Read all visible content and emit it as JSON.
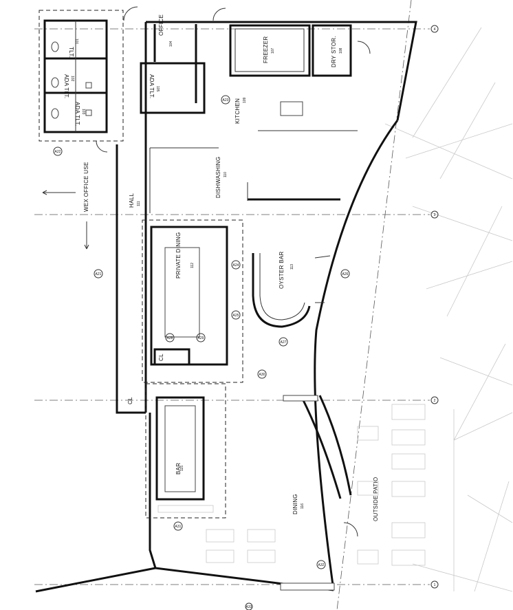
{
  "rooms": {
    "tlt": {
      "name": "TLT.",
      "number": "101"
    },
    "ada_tlt_1": {
      "name": "ADA TLT.",
      "number": "102"
    },
    "ada_tlt_2": {
      "name": "ADA TLT.",
      "number": "103"
    },
    "office": {
      "name": "OFFICE",
      "number": "104"
    },
    "ada_tlt_3": {
      "name": "ADA TLT.",
      "number": "105"
    },
    "freezer": {
      "name": "FREEZER",
      "number": "107"
    },
    "dry_stor": {
      "name": "DRY STOR.",
      "number": "108"
    },
    "kitchen": {
      "name": "KITCHEN",
      "number": "109"
    },
    "dishwashing": {
      "name": "DISHWASHING",
      "number": "110"
    },
    "hall": {
      "name": "HALL",
      "number": "111"
    },
    "private_dining": {
      "name": "PRIVATE DINING",
      "number": "112"
    },
    "oyster_bar": {
      "name": "OYSTER BAR",
      "number": "113"
    },
    "cl_1": {
      "name": "CL",
      "number": ""
    },
    "cl_2": {
      "name": "CL",
      "number": ""
    },
    "bar": {
      "name": "BAR",
      "number": "115"
    },
    "dining": {
      "name": "DINING",
      "number": "116"
    },
    "outside_patio": {
      "name": "OUTSIDE PATIO",
      "number": ""
    }
  },
  "note_wex": "WEX OFFICE USE",
  "grid_markers": [
    "4",
    "3",
    "2",
    "1"
  ],
  "detail_tags": [
    "A22",
    "A23",
    "A21",
    "A24",
    "A25",
    "A26",
    "A27",
    "A28",
    "A29",
    "A30",
    "A31",
    "A32",
    "A33"
  ]
}
